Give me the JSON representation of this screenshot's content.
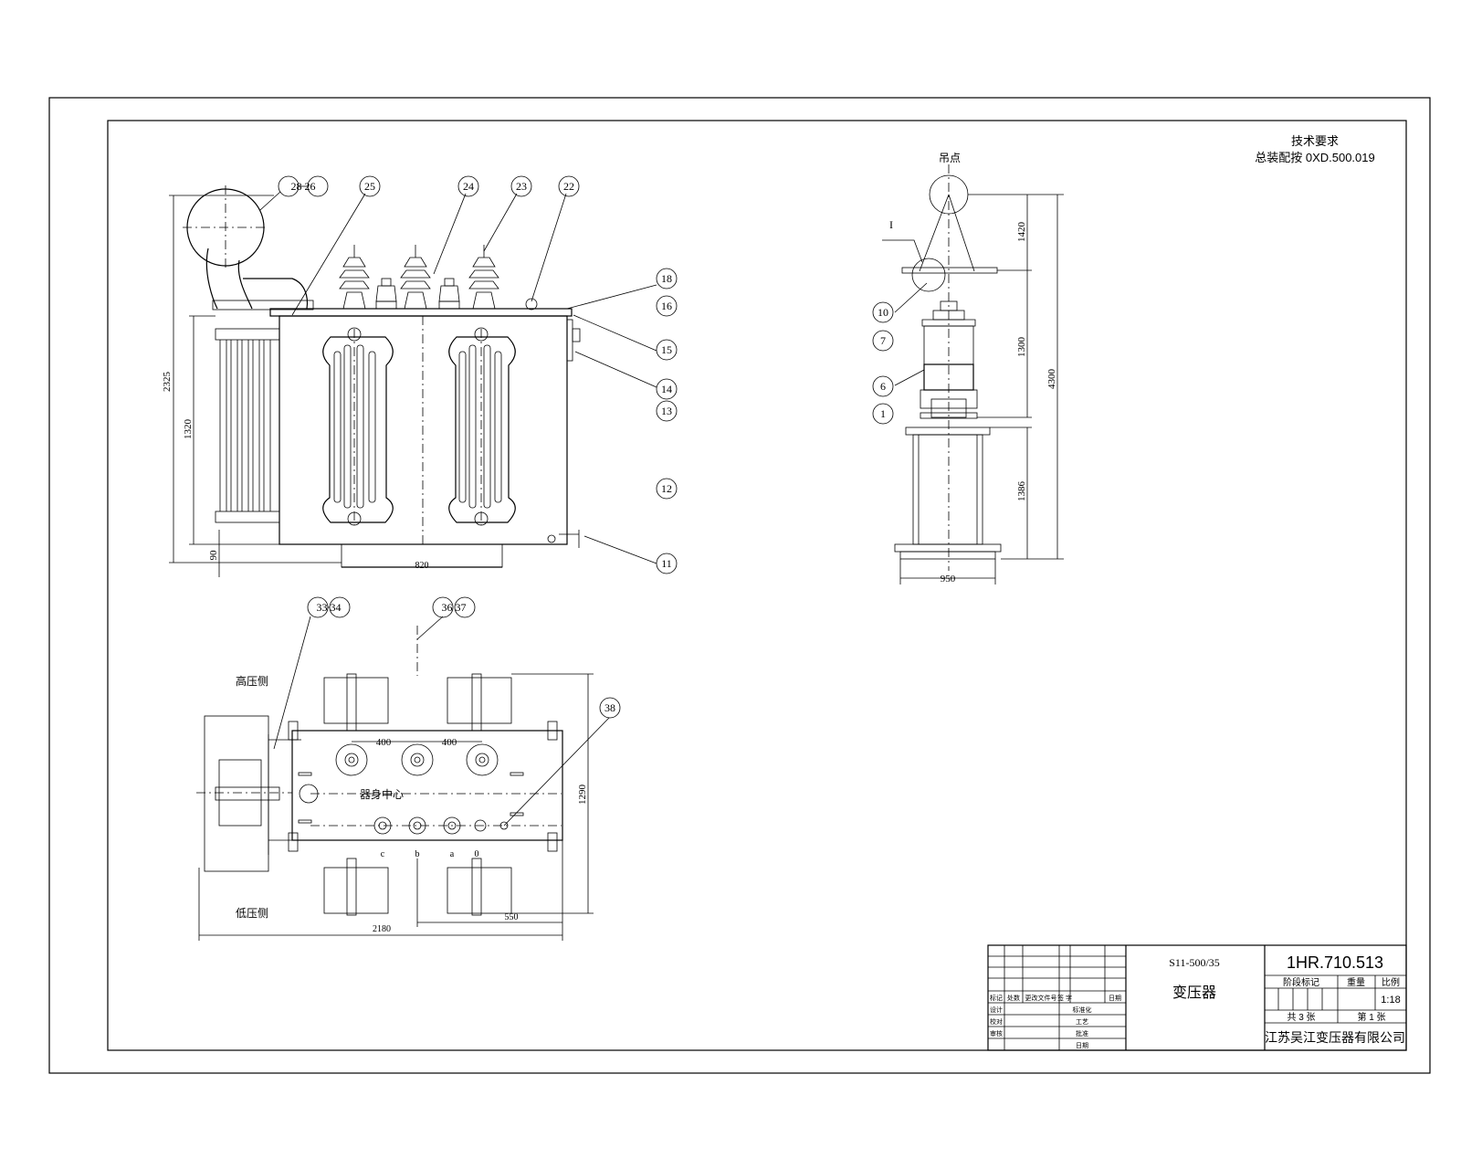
{
  "header": {
    "tech_req": "技术要求",
    "assembly_ref": "总装配按 0XD.500.019"
  },
  "balloons": {
    "b28_26": "28 26",
    "b25": "25",
    "b24": "24",
    "b23": "23",
    "b22": "22",
    "b18": "18",
    "b16": "16",
    "b15": "15",
    "b14": "14",
    "b13": "13",
    "b12": "12",
    "b11": "11",
    "b33_34": "33 34",
    "b36_37": "36 37",
    "b38": "38",
    "b10": "10",
    "b7": "7",
    "b6": "6",
    "b1": "1"
  },
  "front_view": {
    "dim_total_height": "2325",
    "dim_radiator": "1320",
    "dim_base": "90",
    "dim_wheel": "820"
  },
  "side_view": {
    "lift_label": "吊点",
    "detail_label": "I",
    "dim_1420": "1420",
    "dim_1300": "1300",
    "dim_4300": "4300",
    "dim_1386": "1386",
    "dim_950": "950"
  },
  "plan_view": {
    "hv_side": "高压侧",
    "lv_side": "低压侧",
    "dim_400_a": "400",
    "dim_400_b": "400",
    "body_center": "器身中心",
    "dim_depth": "1290",
    "dim_width": "2180",
    "dim_550": "550",
    "phase_c": "c",
    "phase_b": "b",
    "phase_a": "a",
    "phase_0": "0"
  },
  "title_block": {
    "model": "S11-500/35",
    "name": "变压器",
    "drawing_no": "1HR.710.513",
    "col_stage": "阶段标记",
    "col_weight": "重量",
    "col_scale": "比例",
    "scale": "1:18",
    "sheets_total": "共 3 张",
    "sheet_no": "第 1 张",
    "company": "江苏吴江变压器有限公司",
    "rev_mark": "标记",
    "rev_zones": "处数",
    "rev_doc": "更改文件号",
    "rev_sign": "签 字",
    "rev_date": "日期",
    "designer": "设计",
    "checker": "校对",
    "approver": "审核",
    "std": "标准化",
    "process": "工艺",
    "approve": "批准",
    "date_label": "日期"
  }
}
